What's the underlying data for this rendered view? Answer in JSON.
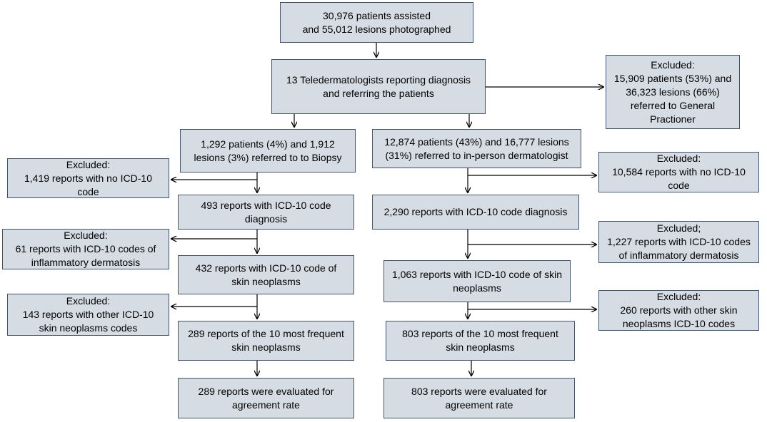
{
  "boxes": {
    "top": "30,976 patients assisted\nand 55,012 lesions photographed",
    "tele": "13 Teledermatologists reporting diagnosis\nand referring the patients",
    "excl_gp": "Excluded:\n15,909 patients (53%) and\n36,323 lesions (66%)\nreferred to General\nPractioner",
    "biopsy": "1,292 patients (4%) and 1,912\nlesions (3%) referred to to Biopsy",
    "inperson": "12,874 patients (43%) and 16,777 lesions\n(31%) referred to in-person dermatologist",
    "excl_l1": "Excluded:\n1,419 reports with no ICD-10\ncode",
    "excl_r1": "Excluded:\n10,584 reports with no ICD-10\ncode",
    "l_icd": "493 reports with ICD-10 code\ndiagnosis",
    "r_icd": "2,290 reports with ICD-10 code diagnosis",
    "excl_l2": "Excluded:\n61 reports with ICD-10 codes of\ninflammatory dermatosis",
    "excl_r2": "Excluded;\n1,227 reports with ICD-10 codes\nof inflammatory dermatosis",
    "l_neo": "432 reports with ICD-10 code of\nskin neoplasms",
    "r_neo": "1,063 reports with ICD-10 code of skin\nneoplasms",
    "excl_l3": "Excluded:\n143 reports with other ICD-10\nskin neoplasms codes",
    "excl_r3": "Excluded:\n260 reports with other skin\nneoplasms ICD-10 codes",
    "l_top10": "289 reports of the 10 most frequent\nskin neoplasms",
    "r_top10": "803 reports of the 10 most frequent\nskin neoplasms",
    "l_eval": "289 reports were evaluated for\nagreement rate",
    "r_eval": "803 reports were evaluated for\nagreement rate"
  },
  "colors": {
    "box_fill": "#d6dce4",
    "box_border": "#44546a",
    "arrow": "#000000"
  }
}
